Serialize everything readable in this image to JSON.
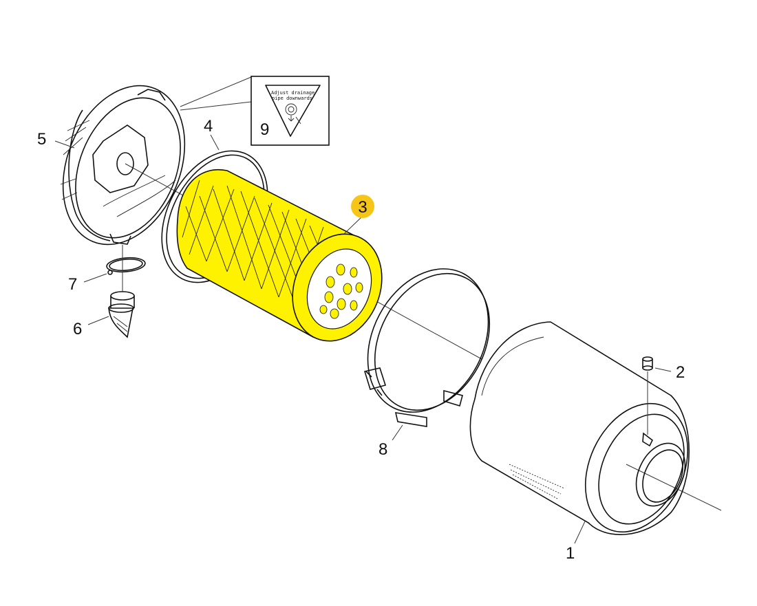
{
  "callouts": {
    "part_1": "1",
    "part_2": "2",
    "part_3": "3",
    "part_4": "4",
    "part_5": "5",
    "part_6": "6",
    "part_7": "7",
    "part_8": "8",
    "part_9": "9"
  },
  "decal": {
    "line1": "Adjust drainage",
    "line2": "pipe downwards"
  },
  "highlight": {
    "part": "3",
    "fill_color": "#FFF200",
    "badge_color": "#F5C518"
  }
}
